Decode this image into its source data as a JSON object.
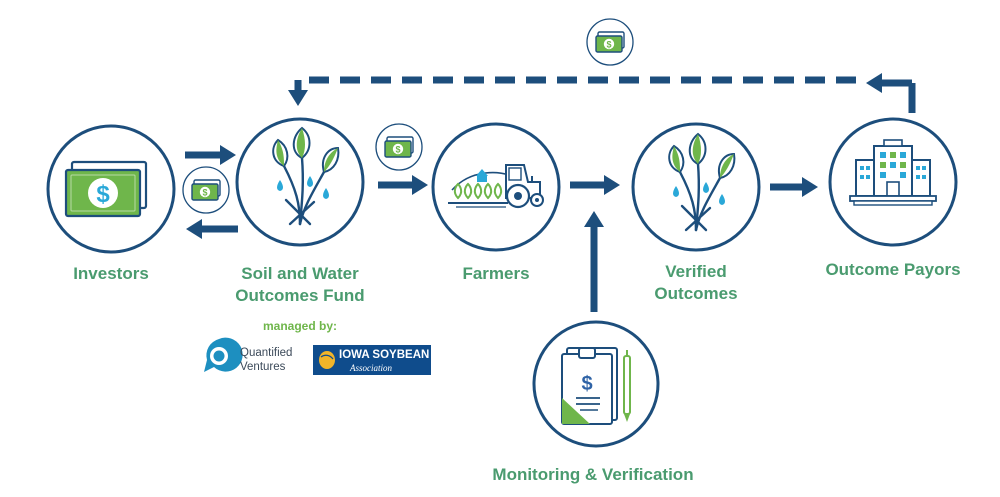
{
  "colors": {
    "navy": "#1d4e7c",
    "green": "#4a9b6f",
    "bright_green": "#6fb64b",
    "light_blue": "#2aa8d8"
  },
  "nodes": {
    "investors": {
      "label": "Investors",
      "icon": "cash-icon"
    },
    "fund": {
      "label_line1": "Soil and Water",
      "label_line2": "Outcomes Fund",
      "icon": "plant-sprout-icon"
    },
    "farmers": {
      "label": "Farmers",
      "icon": "tractor-farm-icon"
    },
    "verified": {
      "label_line1": "Verified",
      "label_line2": "Outcomes",
      "icon": "plant-sprout-icon"
    },
    "payors": {
      "label": "Outcome Payors",
      "icon": "building-icon"
    },
    "monitoring": {
      "label": "Monitoring & Verification",
      "icon": "clipboard-dollar-icon"
    }
  },
  "managers": {
    "label": "managed by:",
    "quantified_line1": "Quantified",
    "quantified_line2": "Ventures",
    "isa_line1": "IOWA SOYBEAN",
    "isa_line2": "Association"
  },
  "badges": [
    {
      "name": "investor-return-money",
      "icon": "cash-icon"
    },
    {
      "name": "fund-to-farmers-money",
      "icon": "cash-icon"
    },
    {
      "name": "payor-to-fund-money",
      "icon": "cash-icon"
    }
  ]
}
